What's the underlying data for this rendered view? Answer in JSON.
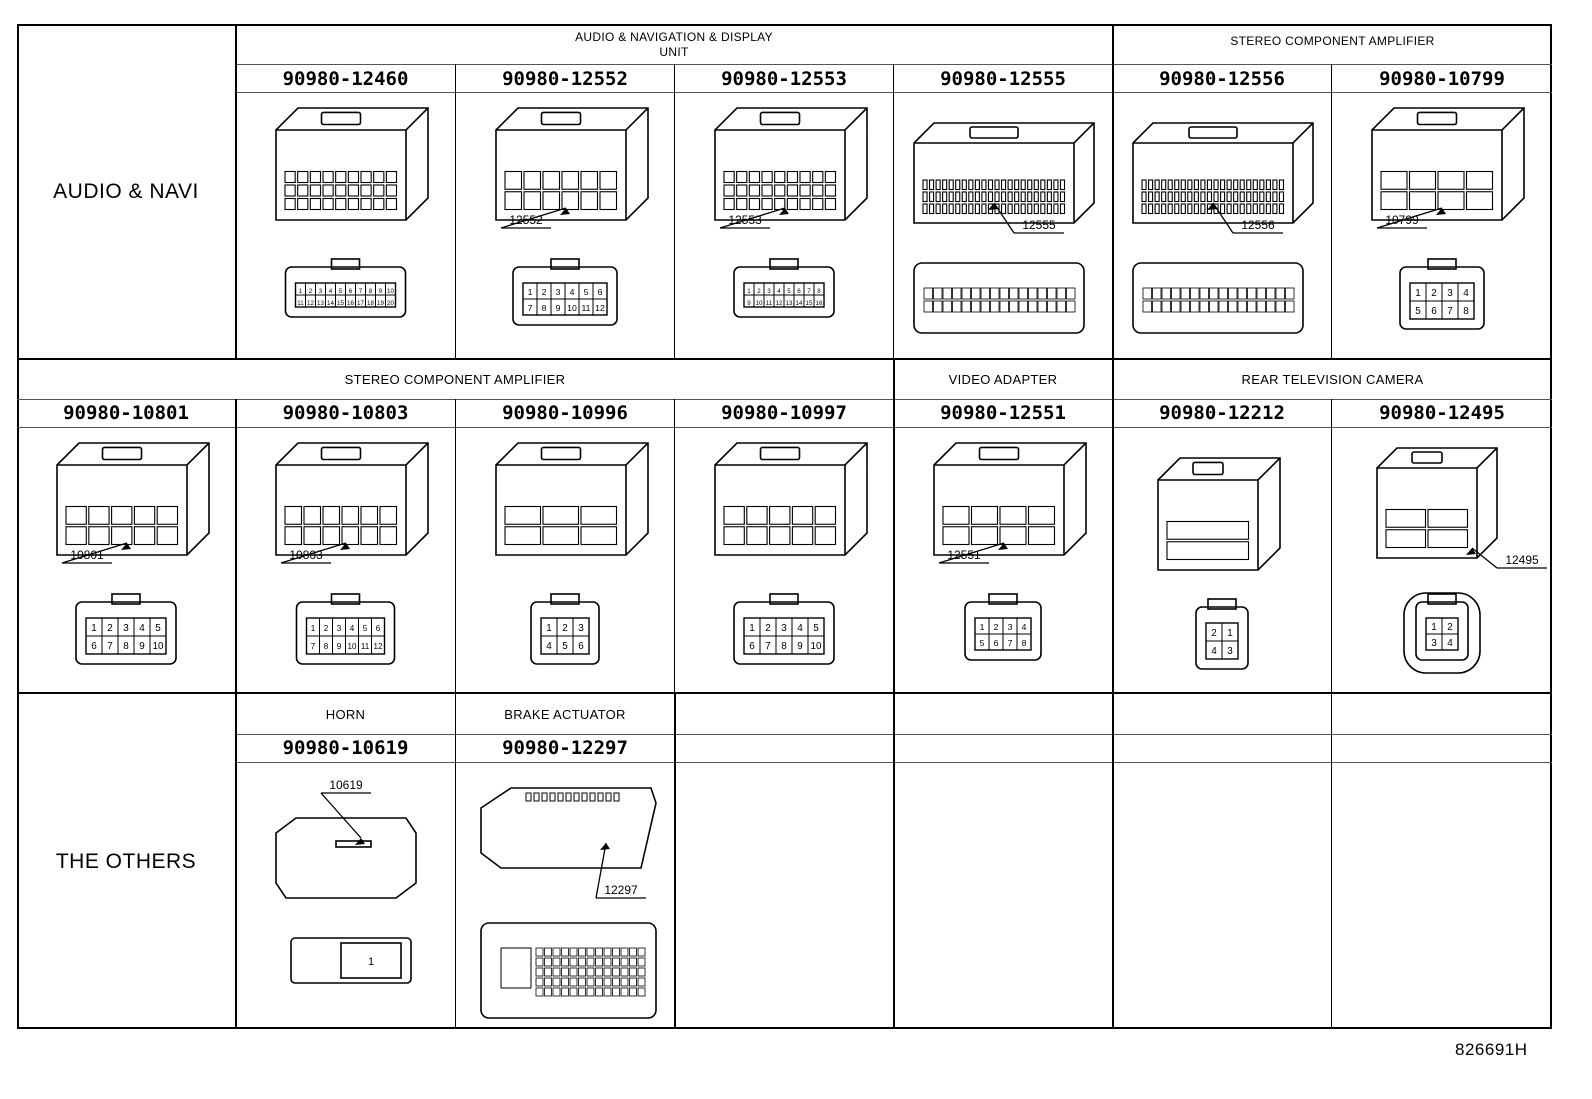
{
  "rows": [
    {
      "label": "AUDIO & NAVI"
    },
    {
      "label": ""
    },
    {
      "label": "THE OTHERS"
    }
  ],
  "groups": {
    "r1_audio": "AUDIO & NAVIGATION & DISPLAY\nUNIT",
    "r1_stereo": "STEREO COMPONENT AMPLIFIER",
    "r2_stereo": "STEREO COMPONENT AMPLIFIER",
    "r2_video": "VIDEO ADAPTER",
    "r2_rear": "REAR TELEVISION CAMERA",
    "r3_horn": "HORN",
    "r3_brake": "BRAKE ACTUATOR"
  },
  "parts": [
    {
      "no": "90980-12460",
      "tag": ""
    },
    {
      "no": "90980-12552",
      "tag": "12552"
    },
    {
      "no": "90980-12553",
      "tag": "12553"
    },
    {
      "no": "90980-12555",
      "tag": "12555"
    },
    {
      "no": "90980-12556",
      "tag": "12556"
    },
    {
      "no": "90980-10799",
      "tag": "10799"
    },
    {
      "no": "90980-10801",
      "tag": "10801"
    },
    {
      "no": "90980-10803",
      "tag": "10803"
    },
    {
      "no": "90980-10996",
      "tag": ""
    },
    {
      "no": "90980-10997",
      "tag": ""
    },
    {
      "no": "90980-12551",
      "tag": "12551"
    },
    {
      "no": "90980-12212",
      "tag": ""
    },
    {
      "no": "90980-12495",
      "tag": "12495"
    },
    {
      "no": "90980-10619",
      "tag": "10619"
    },
    {
      "no": "90980-12297",
      "tag": "12297"
    }
  ],
  "pins": {
    "p0": [
      "1",
      "2",
      "3",
      "4",
      "5",
      "6",
      "7",
      "8",
      "9",
      "10",
      "11",
      "12",
      "13",
      "14",
      "15",
      "16",
      "17",
      "18",
      "19",
      "20"
    ],
    "p1": [
      "1",
      "2",
      "3",
      "4",
      "5",
      "6",
      "7",
      "8",
      "9",
      "10",
      "11",
      "12"
    ],
    "p2": [
      "1",
      "2",
      "3",
      "4",
      "5",
      "6",
      "7",
      "8",
      "9",
      "10",
      "11",
      "12",
      "13",
      "14",
      "15",
      "16"
    ],
    "p5": [
      "1",
      "2",
      "3",
      "4",
      "5",
      "6",
      "7",
      "8"
    ],
    "p6": [
      "1",
      "2",
      "3",
      "4",
      "5",
      "6",
      "7",
      "8",
      "9",
      "10"
    ],
    "p7": [
      "1",
      "2",
      "3",
      "4",
      "5",
      "6",
      "7",
      "8",
      "9",
      "10",
      "11",
      "12"
    ],
    "p8": [
      "1",
      "2",
      "3",
      "4",
      "5",
      "6"
    ],
    "p9": [
      "1",
      "2",
      "3",
      "4",
      "5",
      "6",
      "7",
      "8",
      "9",
      "10"
    ],
    "p10": [
      "1",
      "2",
      "3",
      "4",
      "5",
      "6",
      "7",
      "8"
    ],
    "p11": [
      "2",
      "1",
      "4",
      "3"
    ],
    "p12": [
      "1",
      "2",
      "3",
      "4"
    ],
    "p13": [
      "1"
    ]
  },
  "figure_code": "826691H"
}
